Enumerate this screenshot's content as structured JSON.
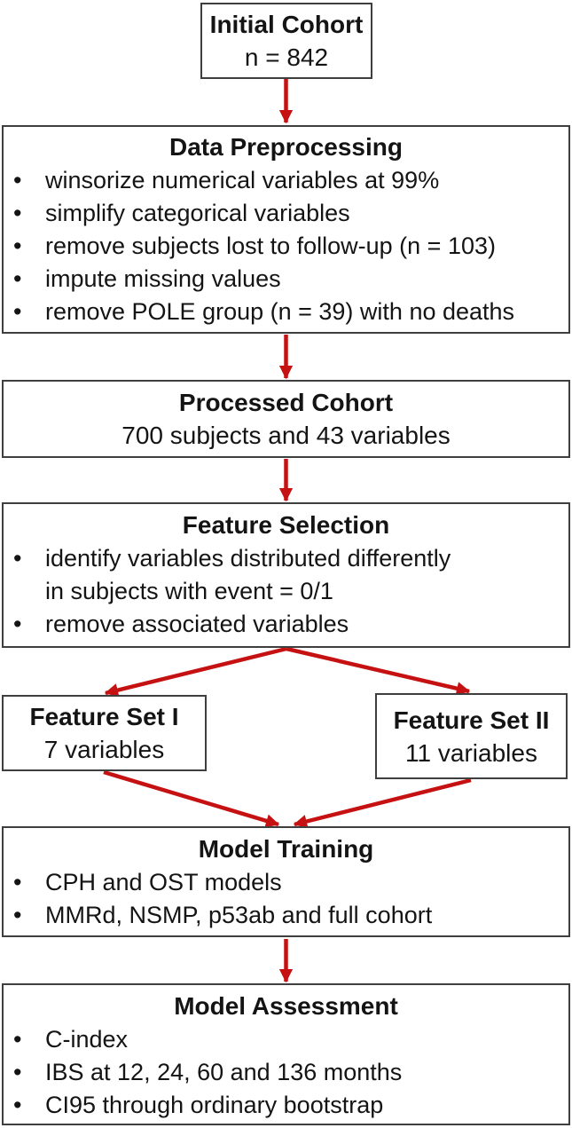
{
  "flowchart": {
    "colors": {
      "arrow": "#C51111",
      "box_border": "#3F3F3F",
      "text": "#141414",
      "background": "#FFFFFF"
    },
    "nodes": [
      {
        "id": "initial-cohort",
        "title": "Initial Cohort",
        "subtitle": "n = 842"
      },
      {
        "id": "data-preprocessing",
        "title": "Data Preprocessing",
        "bullets": [
          "winsorize numerical variables at 99%",
          "simplify categorical variables",
          "remove subjects lost to follow-up (n = 103)",
          "impute missing values",
          "remove POLE group (n = 39) with no deaths"
        ]
      },
      {
        "id": "processed-cohort",
        "title": "Processed Cohort",
        "subtitle": "700 subjects and 43 variables"
      },
      {
        "id": "feature-selection",
        "title": "Feature Selection",
        "bullets": [
          "identify variables distributed differently\nin subjects with event = 0/1",
          "remove associated variables"
        ]
      },
      {
        "id": "feature-set-1",
        "title": "Feature Set I",
        "subtitle": "7 variables"
      },
      {
        "id": "feature-set-2",
        "title": "Feature Set II",
        "subtitle": "11 variables"
      },
      {
        "id": "model-training",
        "title": "Model Training",
        "bullets": [
          "CPH and OST models",
          "MMRd, NSMP, p53ab and full cohort"
        ]
      },
      {
        "id": "model-assessment",
        "title": "Model Assessment",
        "bullets": [
          "C-index",
          "IBS at 12, 24, 60 and 136 months",
          "CI95 through ordinary bootstrap"
        ]
      }
    ],
    "edges": [
      {
        "from": "initial-cohort",
        "to": "data-preprocessing"
      },
      {
        "from": "data-preprocessing",
        "to": "processed-cohort"
      },
      {
        "from": "processed-cohort",
        "to": "feature-selection"
      },
      {
        "from": "feature-selection",
        "to": "feature-set-1"
      },
      {
        "from": "feature-selection",
        "to": "feature-set-2"
      },
      {
        "from": "feature-set-1",
        "to": "model-training"
      },
      {
        "from": "feature-set-2",
        "to": "model-training"
      },
      {
        "from": "model-training",
        "to": "model-assessment"
      }
    ]
  }
}
